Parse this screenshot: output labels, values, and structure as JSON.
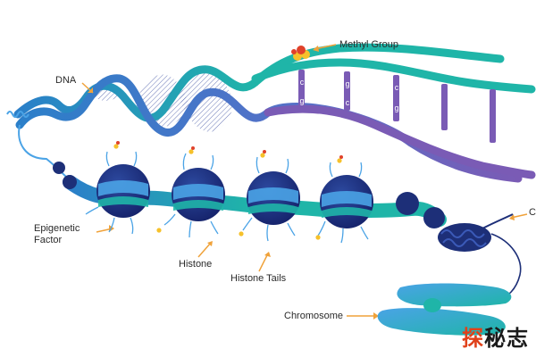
{
  "labels": {
    "dna": "DNA",
    "methyl_group": "Methyl Group",
    "epigenetic_factor_line1": "Epigenetic",
    "epigenetic_factor_line2": "Factor",
    "histone": "Histone",
    "histone_tails": "Histone Tails",
    "chromosome": "Chromosome",
    "cut_off_label": "C"
  },
  "base_pairs": [
    {
      "top": "c",
      "bottom": "g"
    },
    {
      "top": "g",
      "bottom": "c"
    },
    {
      "top": "c",
      "bottom": "g"
    }
  ],
  "watermark": [
    "探",
    "秘",
    "志"
  ],
  "colors": {
    "teal": "#1fb5a8",
    "blue": "#2b7fc9",
    "purple": "#7a5bb5",
    "navy": "#1d2f78",
    "light_blue": "#4aa3e6",
    "arrow_orange": "#f0a23a",
    "methyl_red": "#e0412a",
    "methyl_yellow": "#f6c12b"
  }
}
